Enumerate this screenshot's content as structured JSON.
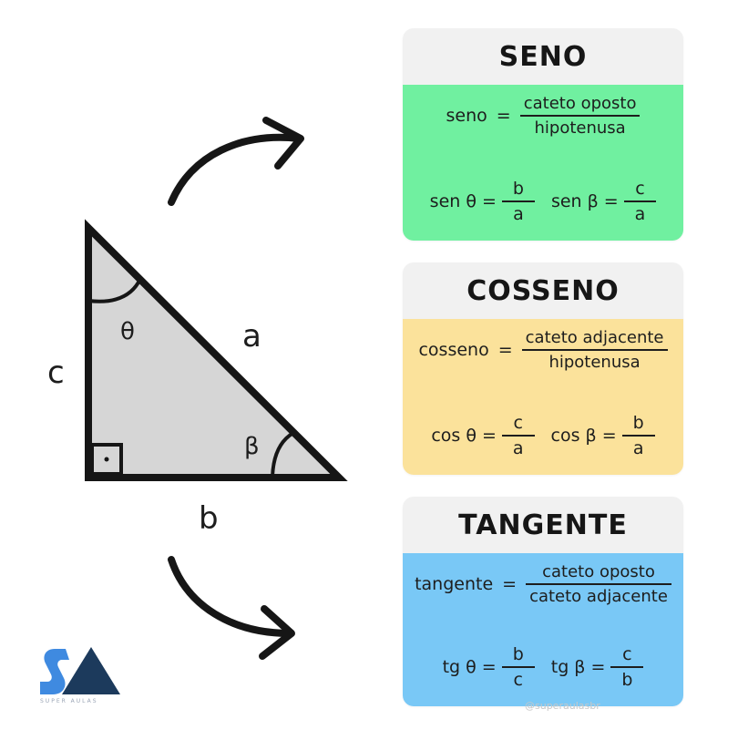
{
  "triangle": {
    "side_c": "c",
    "side_a": "a",
    "side_b": "b",
    "angle_theta": "θ",
    "angle_beta": "β"
  },
  "colors": {
    "seno": "#70f0a0",
    "cosseno": "#fbe29b",
    "tangente": "#79c8f6",
    "triangle_fill": "#d6d6d6",
    "logo_blue": "#3f8ae0",
    "logo_dark": "#1c3a5c"
  },
  "cards": [
    {
      "title": "SENO",
      "lhs": "seno",
      "numerator": "cateto oposto",
      "denominator": "hipotenusa",
      "f1_lhs": "sen θ",
      "f1_num": "b",
      "f1_den": "a",
      "f2_lhs": "sen β",
      "f2_num": "c",
      "f2_den": "a"
    },
    {
      "title": "COSSENO",
      "lhs": "cosseno",
      "numerator": "cateto adjacente",
      "denominator": "hipotenusa",
      "f1_lhs": "cos θ",
      "f1_num": "c",
      "f1_den": "a",
      "f2_lhs": "cos β",
      "f2_num": "b",
      "f2_den": "a"
    },
    {
      "title": "TANGENTE",
      "lhs": "tangente",
      "numerator": "cateto oposto",
      "denominator": "cateto adjacente",
      "f1_lhs": "tg θ",
      "f1_num": "b",
      "f1_den": "c",
      "f2_lhs": "tg β",
      "f2_num": "c",
      "f2_den": "b"
    }
  ],
  "equals": "=",
  "watermark": "@superaulasbr",
  "logo_text": "SUPER AULAS"
}
